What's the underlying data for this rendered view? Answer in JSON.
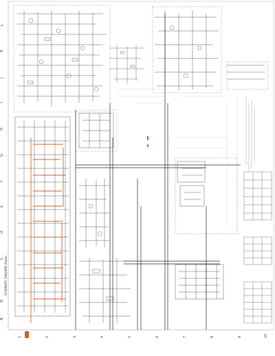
{
  "sheet": {
    "caption": "SCHEMATIC DIAGRAM (Power",
    "row_letters": [
      "A",
      "B",
      "C",
      "D",
      "E",
      "F",
      "G",
      "H",
      "I",
      "J",
      "K",
      "L"
    ],
    "column_numbers": [
      "1",
      "2",
      "3",
      "4",
      "5",
      "6",
      "7",
      "8",
      "9",
      "10"
    ],
    "colors": {
      "ink": "#222222",
      "faint": "#9a9a9a",
      "highlight": "#c8632b",
      "paper": "#ffffff"
    }
  }
}
